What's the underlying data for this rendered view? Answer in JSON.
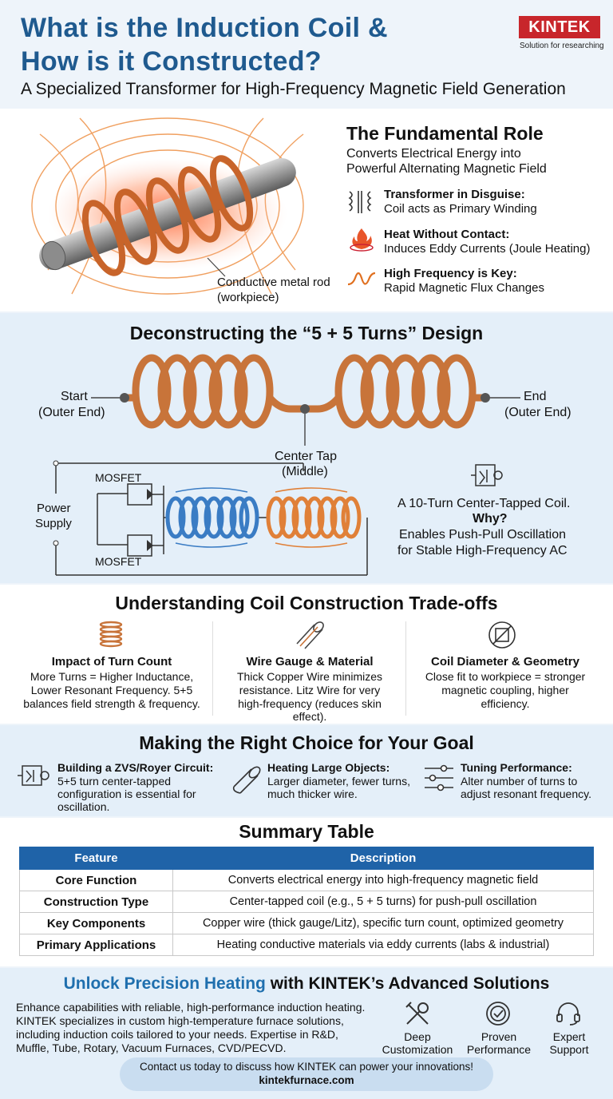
{
  "header": {
    "title_line1": "What is the Induction Coil &",
    "title_line2": "How is it Constructed?",
    "subtitle": "A Specialized Transformer for High-Frequency Magnetic Field Generation",
    "logo_text": "KINTEK",
    "logo_tagline": "Solution for researching"
  },
  "role": {
    "rod_label_line1": "Conductive metal rod",
    "rod_label_line2": "(workpiece)",
    "heading": "The Fundamental Role",
    "desc_line1": "Converts Electrical Energy into",
    "desc_line2": "Powerful Alternating Magnetic Field",
    "items": [
      {
        "title": "Transformer in Disguise:",
        "text": "Coil acts as Primary Winding",
        "icon": "transformer-icon"
      },
      {
        "title": "Heat Without Contact:",
        "text": "Induces Eddy Currents (Joule Heating)",
        "icon": "heat-icon"
      },
      {
        "title": "High Frequency is Key:",
        "text": "Rapid Magnetic Flux Changes",
        "icon": "wave-icon"
      }
    ]
  },
  "design": {
    "heading": "Deconstructing the “5 + 5 Turns” Design",
    "start_line1": "Start",
    "start_line2": "(Outer End)",
    "end_line1": "End",
    "end_line2": "(Outer End)",
    "center_line1": "Center Tap",
    "center_line2": "(Middle)",
    "mosfet_top": "MOSFET",
    "mosfet_bottom": "MOSFET",
    "power_line1": "Power",
    "power_line2": "Supply",
    "explain_line1": "A 10-Turn Center-Tapped Coil.",
    "explain_line2": "Why?",
    "explain_line3": "Enables Push-Pull Oscillation",
    "explain_line4": "for Stable High-Frequency AC"
  },
  "tradeoffs": {
    "heading": "Understanding Coil Construction Trade-offs",
    "items": [
      {
        "title": "Impact of Turn Count",
        "lines": [
          "More Turns = Higher Inductance,",
          "Lower Resonant Frequency. 5+5",
          "balances field strength & frequency."
        ]
      },
      {
        "title": "Wire Gauge & Material",
        "lines": [
          "Thick Copper Wire minimizes",
          "resistance. Litz Wire for very",
          "high-frequency (reduces skin",
          "effect)."
        ]
      },
      {
        "title": "Coil Diameter & Geometry",
        "lines": [
          "Close fit to workpiece = stronger",
          "magnetic coupling, higher",
          "efficiency."
        ]
      }
    ]
  },
  "choice": {
    "heading": "Making the Right Choice for Your Goal",
    "items": [
      {
        "title": "Building a ZVS/Royer Circuit:",
        "lines": [
          "5+5 turn center-tapped",
          "configuration is essential for",
          "oscillation."
        ]
      },
      {
        "title": "Heating Large Objects:",
        "lines": [
          "Larger diameter, fewer turns,",
          "much thicker wire."
        ]
      },
      {
        "title": "Tuning Performance:",
        "lines": [
          "Alter number of turns to",
          "adjust resonant frequency."
        ]
      }
    ]
  },
  "summary": {
    "heading": "Summary Table",
    "headers": [
      "Feature",
      "Description"
    ],
    "rows": [
      [
        "Core Function",
        "Converts electrical energy into high-frequency magnetic field"
      ],
      [
        "Construction Type",
        "Center-tapped coil (e.g., 5 + 5 turns) for push-pull oscillation"
      ],
      [
        "Key Components",
        "Copper wire (thick gauge/Litz), specific turn count, optimized geometry"
      ],
      [
        "Primary Applications",
        "Heating conductive materials via eddy currents (labs & industrial)"
      ]
    ]
  },
  "cta": {
    "heading_blue": "Unlock Precision Heating",
    "heading_dark": " with KINTEK’s Advanced Solutions",
    "body_lines": [
      "Enhance capabilities with reliable, high-performance induction heating.",
      "KINTEK specializes in custom high-temperature furnace solutions,",
      "including induction coils tailored to your needs. Expertise in R&D,",
      "Muffle, Tube, Rotary, Vacuum Furnaces, CVD/PECVD."
    ],
    "features": [
      {
        "line1": "Deep",
        "line2": "Customization",
        "icon": "tools-icon"
      },
      {
        "line1": "Proven",
        "line2": "Performance",
        "icon": "badge-check-icon"
      },
      {
        "line1": "Expert",
        "line2": "Support",
        "icon": "headset-icon"
      }
    ],
    "contact": "Contact us today to discuss how KINTEK can power your innovations!",
    "url": "kintekfurnace.com"
  }
}
